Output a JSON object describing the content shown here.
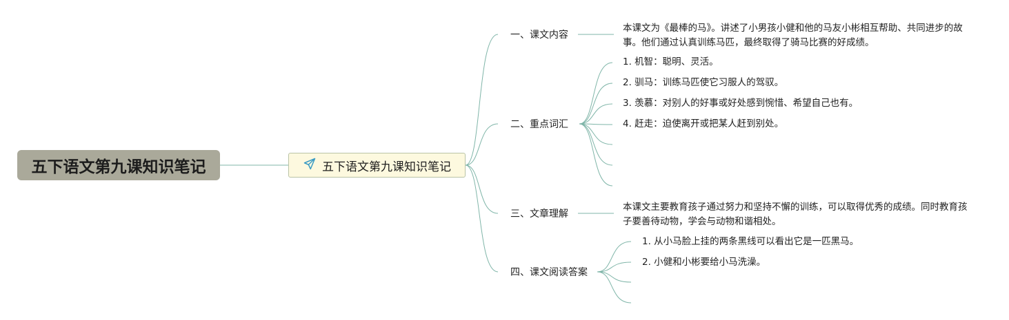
{
  "root": {
    "title": "五下语文第九课知识笔记"
  },
  "center": {
    "title": "五下语文第九课知识笔记",
    "icon": "paper-plane-icon",
    "icon_color": "#3a9bc4"
  },
  "line_color": "#7fb5a8",
  "branches": [
    {
      "label": "一、课文内容",
      "leaves": [
        "本课文为《最棒的马》。讲述了小男孩小健和他的马友小彬相互帮助、共同进步的故事。他们通过认真训练马匹，最终取得了骑马比赛的好成绩。"
      ]
    },
    {
      "label": "二、重点词汇",
      "leaves": [
        "1. 机智：聪明、灵活。",
        "2. 驯马：训练马匹使它习服人的驾驭。",
        "3. 羡慕：对别人的好事或好处感到惋惜、希望自己也有。",
        "4. 赶走：迫使离开或把某人赶到别处。",
        "",
        "",
        ""
      ]
    },
    {
      "label": "三、文章理解",
      "leaves": [
        "本课文主要教育孩子通过努力和坚持不懈的训练，可以取得优秀的成绩。同时教育孩子要善待动物，学会与动物和谐相处。"
      ]
    },
    {
      "label": "四、课文阅读答案",
      "leaves": [
        "1. 从小马脸上挂的两条黑线可以看出它是一匹黑马。",
        "2. 小健和小彬要给小马洗澡。",
        "",
        ""
      ]
    }
  ]
}
